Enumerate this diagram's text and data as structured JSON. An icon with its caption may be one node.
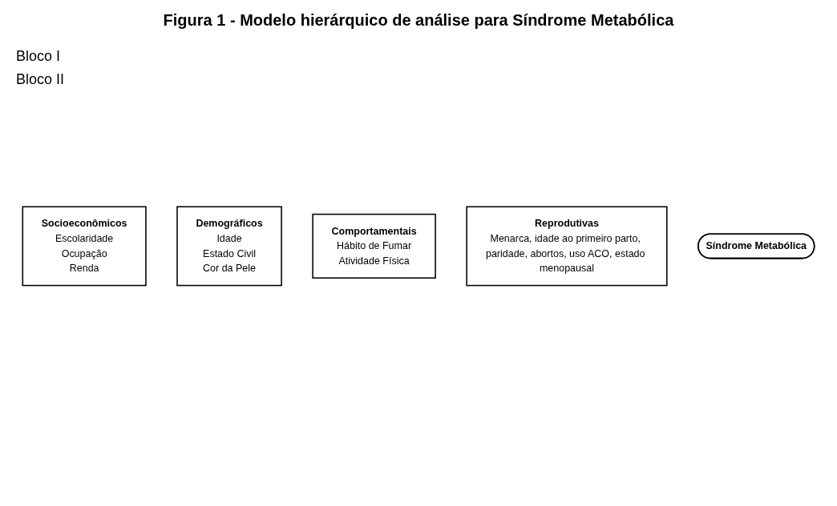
{
  "diagram": {
    "title": "Figura 1 - Modelo hierárquico de análise para Síndrome Metabólica",
    "nodes": [
      {
        "text": [
          "Socioeconômicos",
          "Escolaridade",
          "Ocupação",
          "Renda"
        ]
      },
      {
        "text": [
          "Demográficos",
          "Idade",
          "Estado Civil",
          "Cor da Pele"
        ]
      },
      {
        "text": [
          "Comportamentais",
          "Hábito de Fumar",
          "Atividade Física"
        ]
      },
      {
        "text": [
          "Reprodutivas",
          "Menarca, idade ao primeiro parto, paridade, abortos, uso ACO, estado menopausal"
        ]
      },
      {
        "text": [
          "Síndrome Metabólica"
        ]
      }
    ],
    "edges": [],
    "labels": [
      "Bloco I",
      "Bloco II"
    ]
  }
}
